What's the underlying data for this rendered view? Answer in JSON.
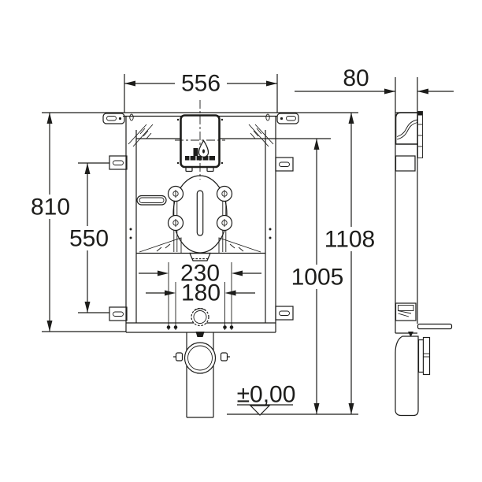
{
  "drawing": {
    "description": "Installation frame for wall-hung WC, front and side elevation with dimensions",
    "background_color": "#ffffff",
    "line_color": "#1d1d1b",
    "views": {
      "front_view": "frame with cistern access box, fixing rods and drain bend",
      "side_view": "frame depth profile with outlet elbow"
    },
    "dimensions": {
      "frame_width": "556",
      "frame_depth": "80",
      "left_height": "810",
      "bracket_spacing": "550",
      "outer_bolt_spacing": "230",
      "inner_bolt_spacing": "180",
      "total_height": "1108",
      "upper_rail_height": "1005",
      "floor_level": "±0,00"
    }
  }
}
